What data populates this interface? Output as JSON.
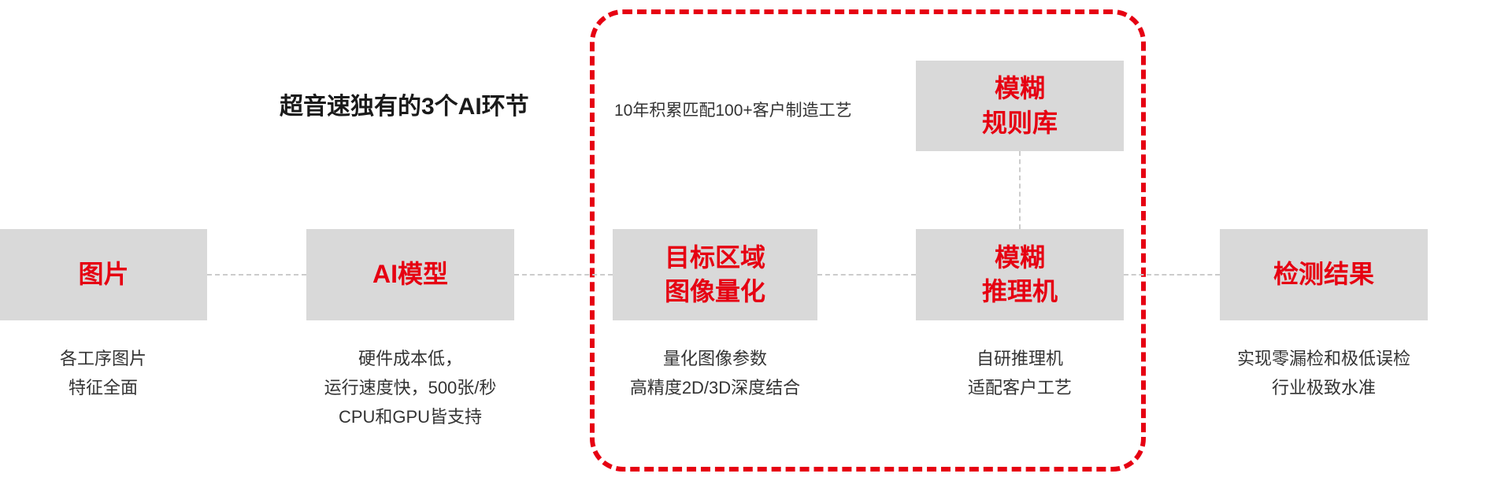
{
  "title": "超音速独有的3个AI环节",
  "annotation": "10年积累匹配100+客户制造工艺",
  "colors": {
    "accent": "#e60012",
    "box_bg": "#d9d9d9",
    "connector": "#cccccc",
    "text": "#333333"
  },
  "rule_box": {
    "label_lines": [
      "模糊",
      "规则库"
    ]
  },
  "nodes": [
    {
      "label_lines": [
        "图片"
      ],
      "desc": [
        "各工序图片",
        "特征全面"
      ]
    },
    {
      "label_lines": [
        "AI模型"
      ],
      "desc": [
        "硬件成本低，",
        "运行速度快，500张/秒",
        "CPU和GPU皆支持"
      ]
    },
    {
      "label_lines": [
        "目标区域",
        "图像量化"
      ],
      "desc": [
        "量化图像参数",
        "高精度2D/3D深度结合"
      ]
    },
    {
      "label_lines": [
        "模糊",
        "推理机"
      ],
      "desc": [
        "自研推理机",
        "适配客户工艺"
      ]
    },
    {
      "label_lines": [
        "检测结果"
      ],
      "desc": [
        "实现零漏检和极低误检",
        "行业极致水准"
      ]
    }
  ]
}
